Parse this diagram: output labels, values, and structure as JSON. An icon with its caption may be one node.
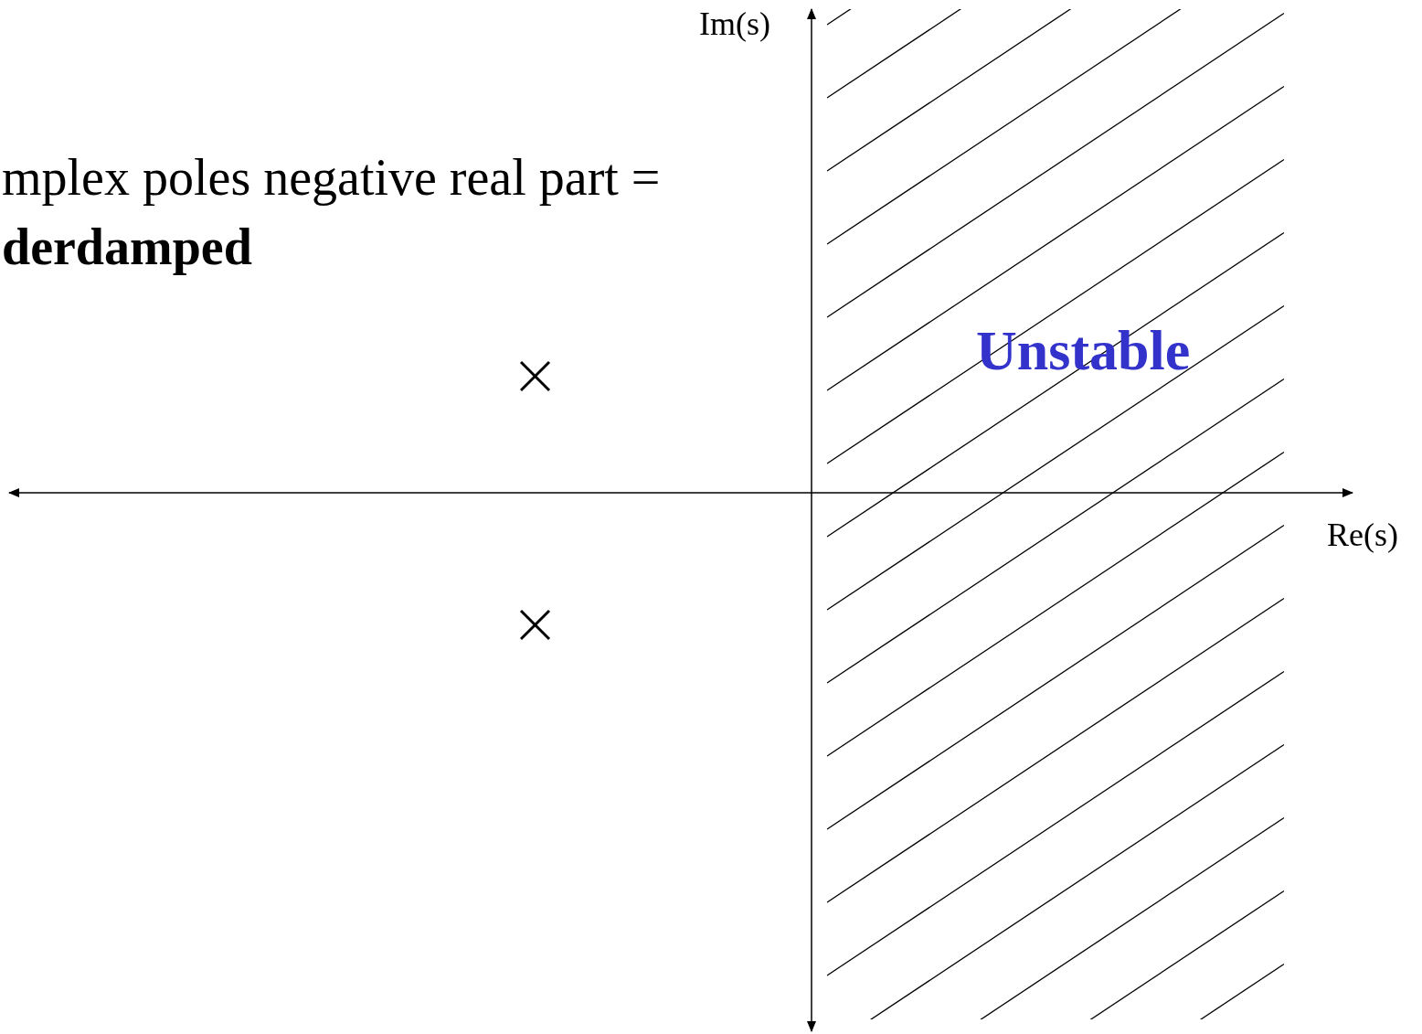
{
  "diagram": {
    "labels": [
      "Im(s)",
      "mplex poles negative real part =",
      "derdamped",
      "Unstable",
      "Re(s)"
    ]
  }
}
